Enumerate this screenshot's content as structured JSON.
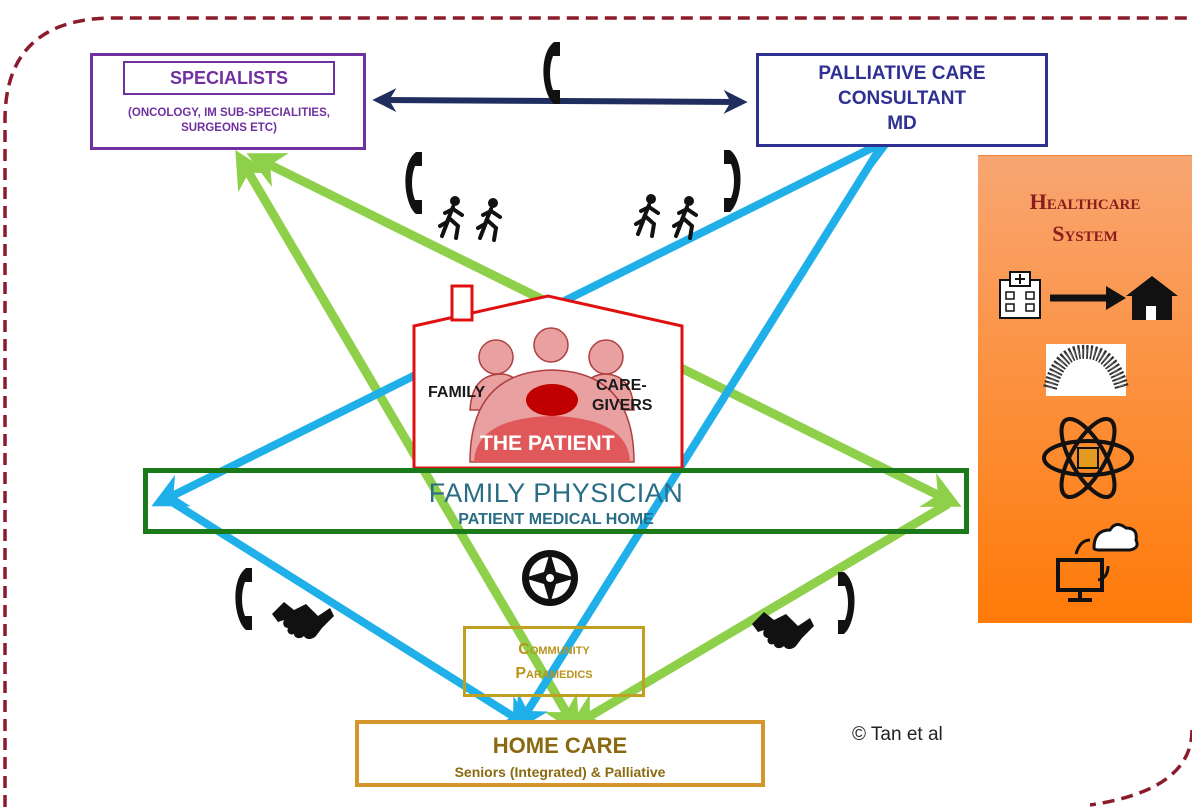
{
  "specialists": {
    "title": "SPECIALISTS",
    "subtitle": "(ONCOLOGY, IM SUB-SPECIALITIES, SURGEONS ETC)"
  },
  "palliative": {
    "line1": "PALLIATIVE CARE",
    "line2": "CONSULTANT",
    "line3": "MD"
  },
  "patient_home": {
    "family": "FAMILY",
    "caregivers_line1": "CARE-",
    "caregivers_line2": "GIVERS",
    "patient": "THE PATIENT"
  },
  "family_physician": {
    "title": "FAMILY PHYSICIAN",
    "subtitle": "PATIENT MEDICAL HOME"
  },
  "community_paramedics": {
    "line1": "Community",
    "line2": "Paramedics"
  },
  "home_care": {
    "title": "HOME CARE",
    "subtitle": "Seniors (Integrated) & Palliative"
  },
  "copyright": "© Tan et al",
  "healthcare_system": {
    "line1": "Healthcare",
    "line2": "System",
    "icons": [
      "hospital-to-home-icon",
      "slinky-icon",
      "atom-icon",
      "computer-cloud-sync-icon"
    ]
  },
  "colors": {
    "border_dashed": "#8b1c2c",
    "green_arrows": "#8ed04a",
    "blue_arrows": "#1fb0ea",
    "navy_arrow": "#1f2e5e",
    "patient_house": "#e01010"
  },
  "icons": [
    "phone-icon",
    "running-people-icon",
    "handshake-icon",
    "compass-icon"
  ]
}
